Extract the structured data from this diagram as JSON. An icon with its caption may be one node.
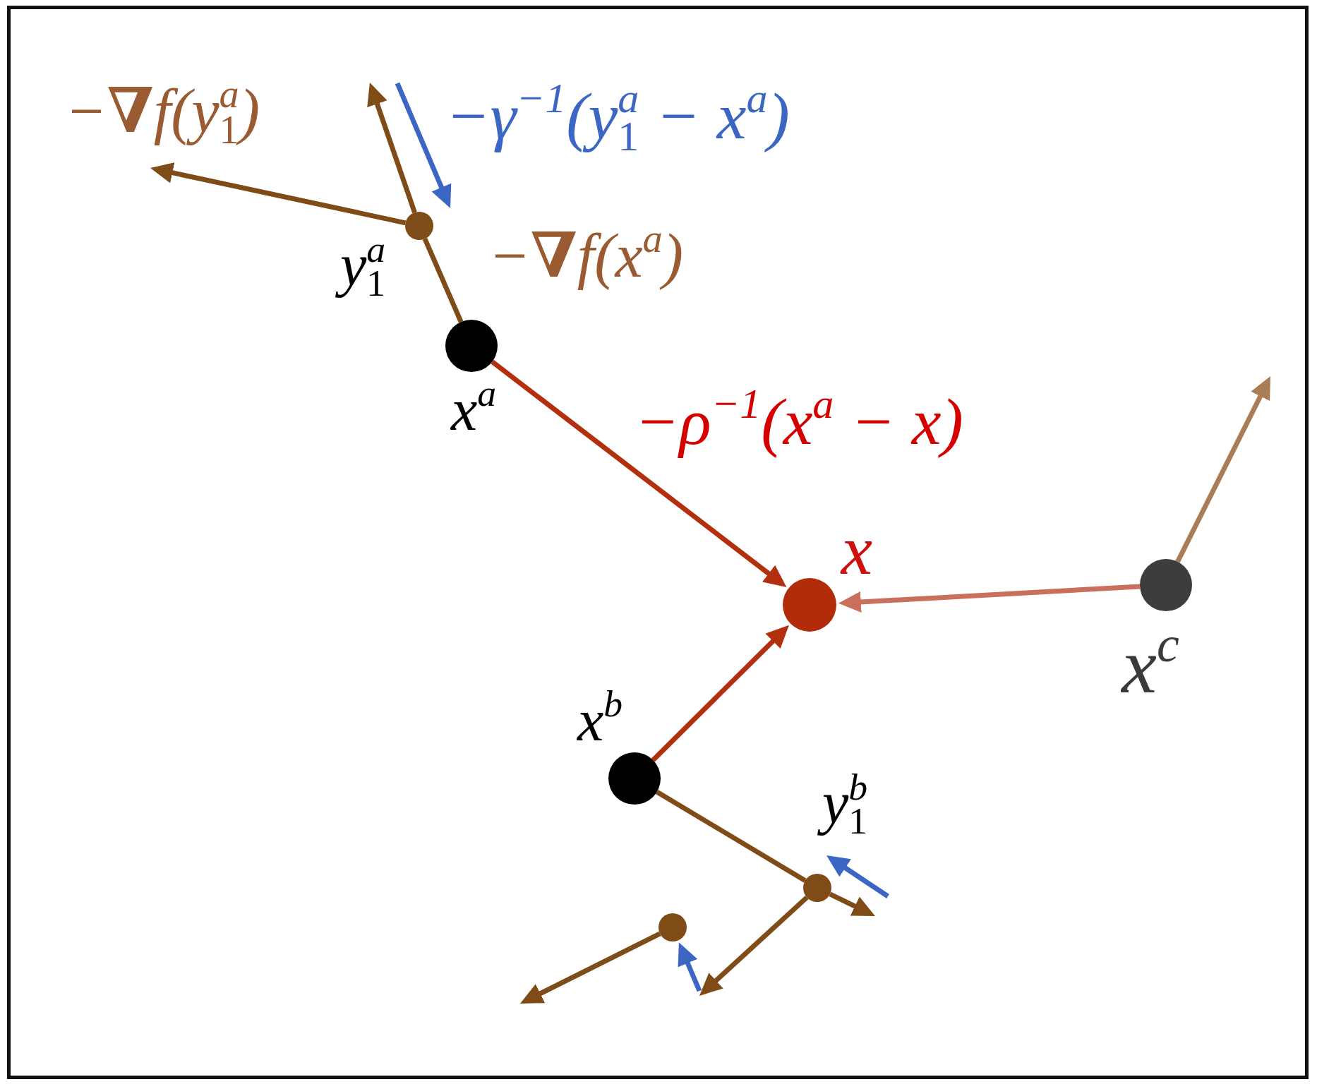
{
  "diagram": {
    "nodes": [
      {
        "text": [],
        "shape": "circle",
        "beside": [
          "y$_{1}$$^{a}$"
        ]
      },
      {
        "text": [],
        "shape": "circle",
        "beside": [
          "x$^{a}$"
        ]
      },
      {
        "text": [],
        "shape": "circle",
        "beside": [
          "x"
        ]
      },
      {
        "text": [],
        "shape": "circle",
        "beside": [
          "x$^{c}$"
        ]
      },
      {
        "text": [],
        "shape": "circle",
        "beside": [
          "x$^{b}$"
        ]
      },
      {
        "text": [],
        "shape": "circle",
        "beside": [
          "y$_{1}$$^{b}$"
        ]
      },
      {
        "text": [],
        "shape": "circle"
      }
    ],
    "edges": [
      {
        "from": 1,
        "to": 0,
        "arrow": "none",
        "label": "−**∇**f(x$^{a}$)"
      },
      {
        "from": 0,
        "to": null,
        "arrow": "to"
      },
      {
        "from": 0,
        "to": null,
        "arrow": "to",
        "label": "−**∇**f(y$_{1}$$^{a}$)"
      },
      {
        "from": 1,
        "to": 2,
        "arrow": "to",
        "color": "#b3300f",
        "label": "−ρ$^{−1}$(x$^{a}$ − x)"
      },
      {
        "from": 3,
        "to": 2,
        "arrow": "to",
        "color": "#c96f5c"
      },
      {
        "from": 3,
        "to": null,
        "arrow": "to",
        "color": "#a97d55"
      },
      {
        "from": 4,
        "to": 2,
        "arrow": "to",
        "color": "#b3300f"
      },
      {
        "from": 4,
        "to": 5,
        "arrow": "none"
      },
      {
        "from": 5,
        "to": null,
        "arrow": "to"
      },
      {
        "from": 5,
        "to": null,
        "arrow": "to"
      },
      {
        "from": 6,
        "to": null,
        "arrow": "to"
      },
      {
        "from": null,
        "to": 6,
        "arrow": "to",
        "color": "#3b66c4"
      }
    ],
    "labels": [
      "−γ$^{−1}$(y$_{1}$$^{a}$ − x$^{a}$)"
    ]
  }
}
